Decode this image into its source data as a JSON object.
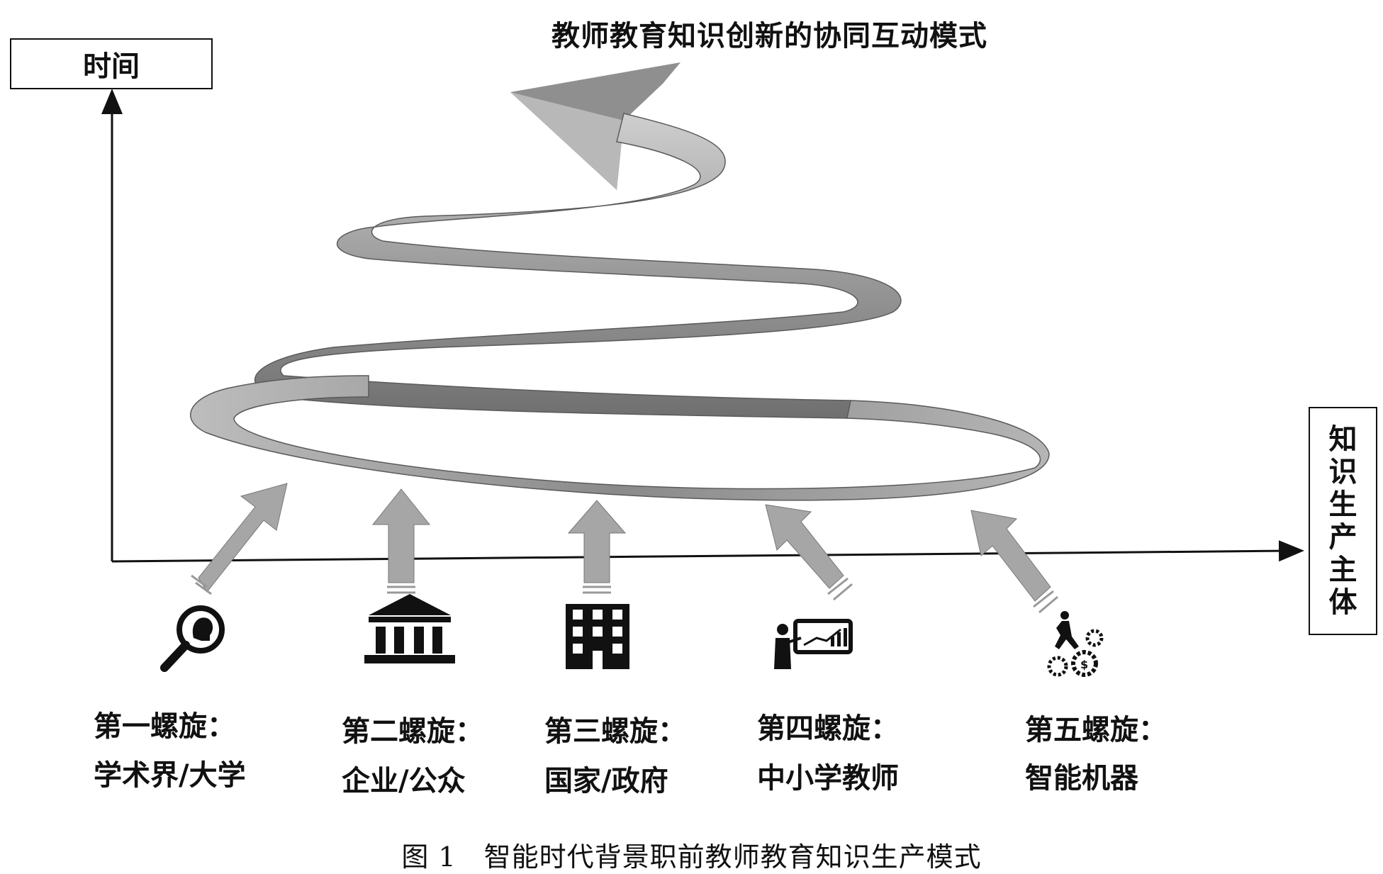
{
  "diagram": {
    "title": "教师教育知识创新的协同互动模式",
    "y_axis_label": "时间",
    "x_axis_label_chars": [
      "知",
      "识",
      "生",
      "产",
      "主",
      "体"
    ],
    "caption": "图 1　智能时代背景职前教师教育知识生产模式"
  },
  "spirals": [
    {
      "label": "第一螺旋：",
      "sub": "学术界/大学",
      "icon": "magnifier-head-icon"
    },
    {
      "label": "第二螺旋：",
      "sub": "企业/公众",
      "icon": "bank-building-icon"
    },
    {
      "label": "第三螺旋：",
      "sub": "国家/政府",
      "icon": "office-building-icon"
    },
    {
      "label": "第四螺旋：",
      "sub": "中小学教师",
      "icon": "teacher-board-icon"
    },
    {
      "label": "第五螺旋：",
      "sub": "智能机器",
      "icon": "robot-gears-icon"
    }
  ],
  "colors": {
    "ribbon": "#9a9a9a",
    "ribbon_dark": "#6e6e6e",
    "arrow": "#a8a8a8",
    "ink": "#111111"
  }
}
